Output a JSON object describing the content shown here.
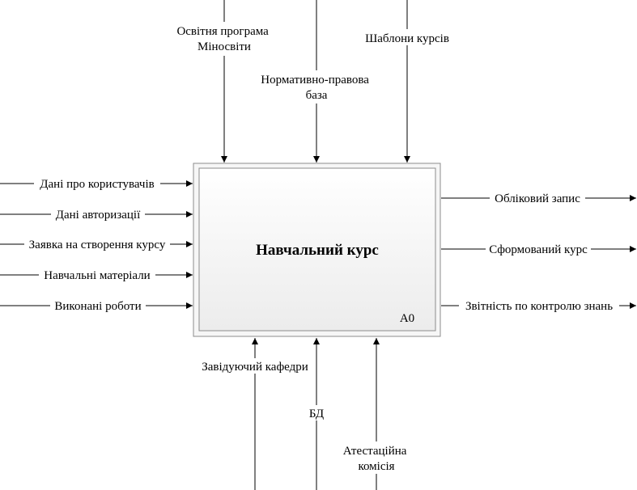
{
  "activity": {
    "title": "Навчальний курс",
    "number": "A0"
  },
  "controls": {
    "c1": [
      "Освітня програма",
      "Міносвіти"
    ],
    "c2": [
      "Нормативно-правова",
      "база"
    ],
    "c3": [
      "Шаблони курсів"
    ]
  },
  "inputs": {
    "i1": "Дані про користувачів",
    "i2": "Дані авторизації",
    "i3": "Заявка на створення курсу",
    "i4": "Навчальні матеріали",
    "i5": "Виконані роботи"
  },
  "outputs": {
    "o1": "Обліковий запис",
    "o2": "Сформований курс",
    "o3": "Звітність по контролю знань"
  },
  "mechanisms": {
    "m1": [
      "Завідуючий кафедри"
    ],
    "m2": [
      "БД"
    ],
    "m3": [
      "Атестаційна",
      "комісія"
    ]
  },
  "colors": {
    "box_fill_top": "#ffffff",
    "box_fill_bottom": "#eeeeee",
    "box_border": "#8c8c8c",
    "line": "#000000"
  }
}
